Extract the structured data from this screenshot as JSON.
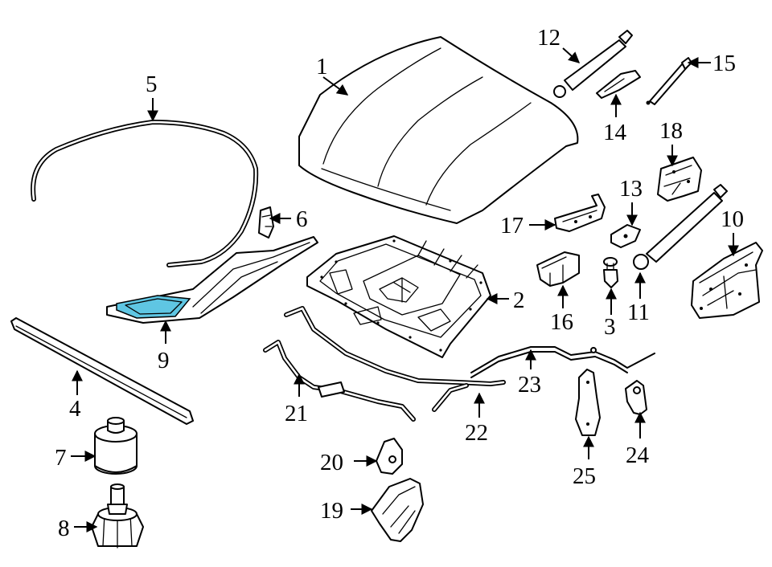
{
  "diagram": {
    "highlight_color": "#5fc6e3",
    "line_color": "#000000",
    "background": "#ffffff",
    "callouts": {
      "c1": "1",
      "c2": "2",
      "c3": "3",
      "c4": "4",
      "c5": "5",
      "c6": "6",
      "c7": "7",
      "c8": "8",
      "c9": "9",
      "c10": "10",
      "c11": "11",
      "c12": "12",
      "c13": "13",
      "c14": "14",
      "c15": "15",
      "c16": "16",
      "c17": "17",
      "c18": "18",
      "c19": "19",
      "c20": "20",
      "c21": "21",
      "c22": "22",
      "c23": "23",
      "c24": "24",
      "c25": "25"
    }
  }
}
